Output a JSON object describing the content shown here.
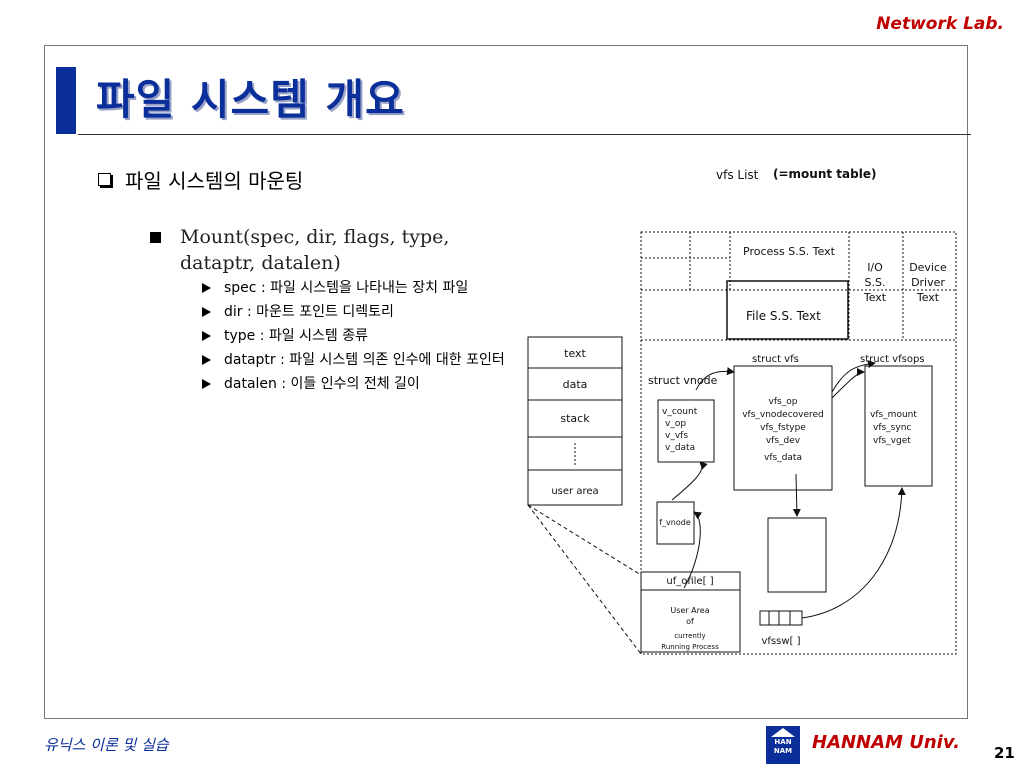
{
  "header": {
    "lab": "Network Lab."
  },
  "title": "파일 시스템 개요",
  "section": {
    "heading": "파일 시스템의 마운팅"
  },
  "mount": {
    "signature": "Mount(spec, dir, flags, type, dataptr, datalen)"
  },
  "params": [
    "spec : 파일 시스템을 나타내는 장치 파일",
    "dir : 마운트 포인트 디렉토리",
    "type : 파일 시스템 종류",
    "dataptr : 파일 시스템 의존 인수에 대한 포인터",
    "datalen : 이들 인수의 전체 길이"
  ],
  "diagram": {
    "list_label": "vfs List",
    "list_note": "(=mount table)",
    "process_text": "Process S.S. Text",
    "io_text": [
      "I/O",
      "S.S.",
      "Text"
    ],
    "device_text": [
      "Device",
      "Driver",
      "Text"
    ],
    "file_text": "File S.S. Text",
    "memory": [
      "text",
      "data",
      "stack",
      "user area"
    ],
    "struct_vnode": "struct vnode",
    "vnode_fields": [
      "v_count",
      "v_op",
      "v_vfs",
      "v_data"
    ],
    "struct_vfs": "struct vfs",
    "vfs_fields": [
      "vfs_op",
      "vfs_vnodecovered",
      "vfs_fstype",
      "vfs_dev",
      "vfs_data"
    ],
    "struct_vfsops": "struct vfsops",
    "vfsops_fields": [
      "vfs_mount",
      "vfs_sync",
      "vfs_vget"
    ],
    "f_vnode": "f_vnode",
    "ofile": "uf_ofile[ ]",
    "user_area": [
      "User Area",
      "of",
      "currently",
      "Running Process"
    ],
    "vfssw": "vfssw[ ]"
  },
  "footer": {
    "course": "유닉스 이론 및 실습",
    "university": "HANNAM Univ.",
    "logo": [
      "HAN",
      "NAM"
    ],
    "page": "21"
  }
}
